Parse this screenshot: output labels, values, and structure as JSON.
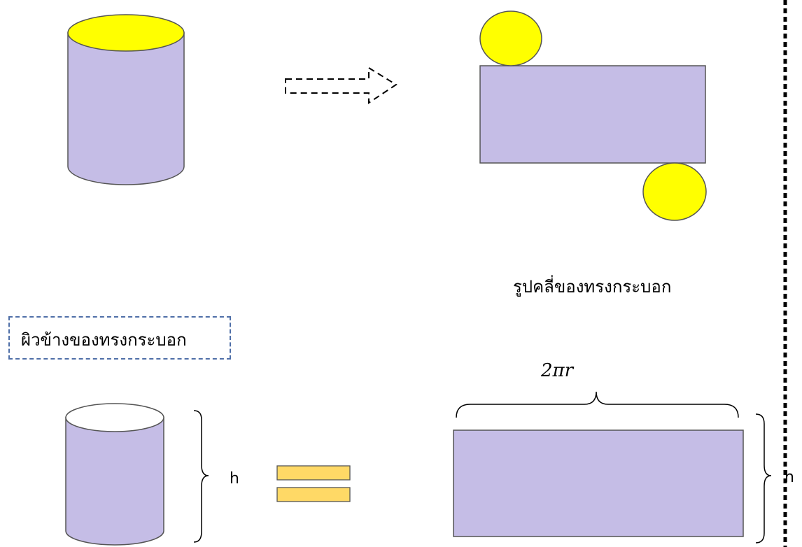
{
  "labels": {
    "net_caption": "รูปคลี่ของทรงกระบอก",
    "lateral_surface": "ผิวข้างของทรงกระบอก",
    "formula": "2πr",
    "height_left": "h",
    "height_right": "h"
  },
  "colors": {
    "body_fill": "#c5bde6",
    "top_fill": "#ffff00",
    "top_fill_white": "#ffffff",
    "equals_fill": "#ffd966",
    "outline": "#555555",
    "dashed_box": "#4f6fa8"
  }
}
